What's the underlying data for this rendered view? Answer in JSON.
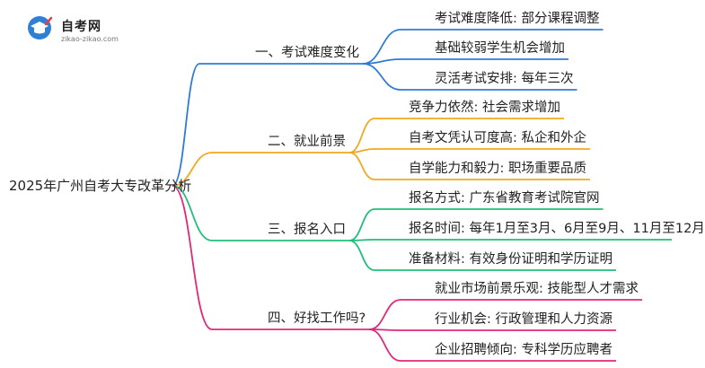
{
  "logo": {
    "name": "自考网",
    "url": "zikao-zikao.com"
  },
  "root": "2025年广州自考大专改革分析",
  "branches": [
    {
      "label": "一、考试难度变化",
      "color": "#2d7bd8",
      "items": [
        "考试难度降低: 部分课程调整",
        "基础较弱学生机会增加",
        "灵活考试安排: 每年三次"
      ]
    },
    {
      "label": "二、就业前景",
      "color": "#f2a81d",
      "items": [
        "竞争力依然: 社会需求增加",
        "自考文凭认可度高: 私企和外企",
        "自学能力和毅力: 职场重要品质"
      ]
    },
    {
      "label": "三、报名入口",
      "color": "#1fbf7a",
      "items": [
        "报名方式: 广东省教育考试院官网",
        "报名时间: 每年1月至3月、6月至9月、11月至12月",
        "准备材料: 有效身份证明和学历证明"
      ]
    },
    {
      "label": "四、好找工作吗?",
      "color": "#e0287a",
      "items": [
        "就业市场前景乐观: 技能型人才需求",
        "行业机会: 行政管理和人力资源",
        "企业招聘倾向: 专科学历应聘者"
      ]
    }
  ]
}
